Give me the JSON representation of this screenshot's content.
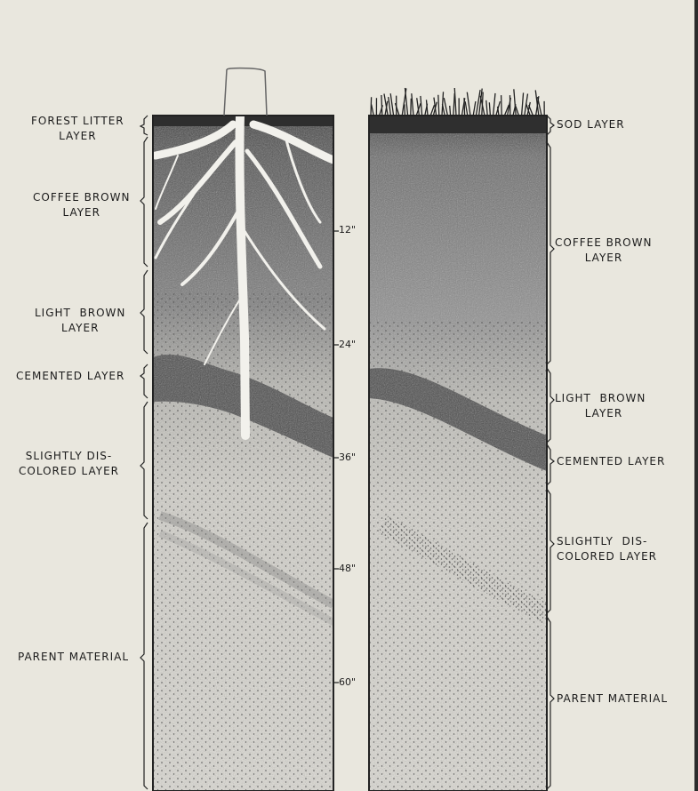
{
  "left_profile": {
    "labels": [
      "FOREST LITTER\nLAYER",
      "COFFEE BROWN\nLAYER",
      "LIGHT  BROWN\nLAYER",
      "CEMENTED LAYER",
      "SLIGHTLY DIS-\nCOLORED LAYER",
      "PARENT MATERIAL"
    ]
  },
  "right_profile": {
    "labels": [
      "SOD LAYER",
      "COFFEE BROWN\n       LAYER",
      "LIGHT  BROWN\n       LAYER",
      "CEMENTED LAYER",
      "SLIGHTLY  DIS-\nCOLORED LAYER",
      "PARENT MATERIAL"
    ]
  },
  "depth_scale": [
    "12\"",
    "24\"",
    "36\"",
    "48\"",
    "60\""
  ],
  "colors": {
    "paper": "#e9e7de",
    "ink": "#1b1b1b",
    "dark_soil": "#4d4d4d",
    "mid_soil": "#9a9a9a",
    "light_soil": "#d8d6cf",
    "root": "#f2f1ec"
  }
}
